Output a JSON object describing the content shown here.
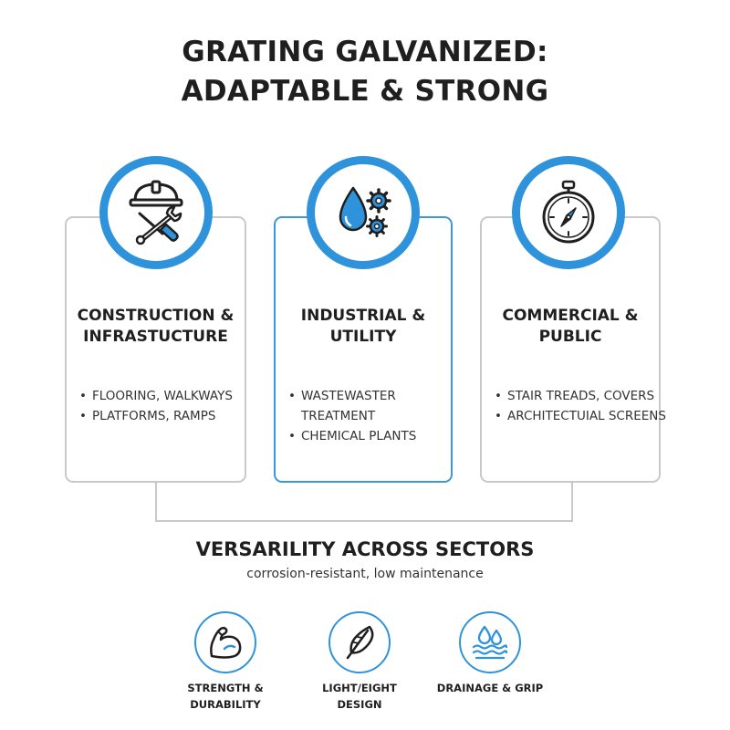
{
  "title": {
    "line1": "GRATING GALVANIZED:",
    "line2": "ADAPTABLE & STRONG"
  },
  "colors": {
    "accent": "#2f93dc",
    "card_border": "#c9c9c9",
    "text": "#1f1f1f"
  },
  "sectors": [
    {
      "icon": "hard-hat-wrench-icon",
      "title_line1": "CONSTRUCTION &",
      "title_line2": "INFRASTUCTURE",
      "items": [
        "FLOORING, WALKWAYS",
        "PLATFORMS, RAMPS"
      ]
    },
    {
      "icon": "water-drop-gears-icon",
      "title_line1": "INDUSTRIAL &",
      "title_line2": "UTILITY",
      "items": [
        "WASTEWASTER",
        "TREATMENT",
        "CHEMICAL PLANTS"
      ]
    },
    {
      "icon": "compass-icon",
      "title_line1": "COMMERCIAL &",
      "title_line2": "PUBLIC",
      "items": [
        "STAIR TREADS, COVERS",
        "ARCHITECTUIAL SCREENS"
      ]
    }
  ],
  "summary": {
    "title": "VERSARILITY ACROSS SECTORS",
    "subtitle": "corrosion-resistant, low maintenance"
  },
  "features": [
    {
      "icon": "flexed-arm-icon",
      "line1": "STRENGTH &",
      "line2": "DURABILITY"
    },
    {
      "icon": "feather-icon",
      "line1": "LIGHT/EIGHT",
      "line2": "DESIGN"
    },
    {
      "icon": "water-drops-waves-icon",
      "line1": "DRAINAGE & GRIP",
      "line2": ""
    }
  ]
}
